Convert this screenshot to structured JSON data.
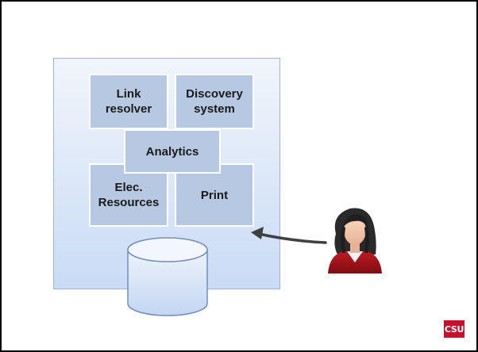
{
  "modules": {
    "link_resolver": "Link resolver",
    "discovery_system": "Discovery system",
    "analytics": "Analytics",
    "elec_resources": "Elec. Resources",
    "print": "Print"
  },
  "logo": {
    "text": "CSU",
    "color": "#c8102e"
  },
  "colors": {
    "panel_top": "#f1f5fb",
    "panel_bottom": "#c9dbf5",
    "module_fill": "#b7c9e2",
    "arrow": "#404040"
  },
  "icons": {
    "database": "database-cylinder-icon",
    "user": "female-user-icon"
  }
}
